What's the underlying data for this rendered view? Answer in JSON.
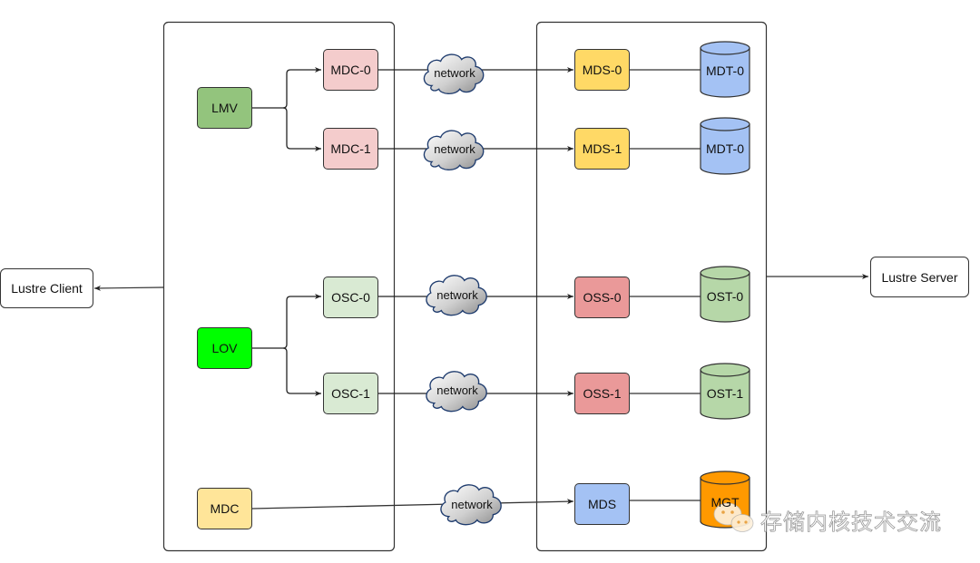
{
  "diagram": {
    "external": {
      "client_label": "Lustre Client",
      "server_label": "Lustre Server"
    },
    "client_nodes": {
      "lmv": "LMV",
      "lov": "LOV",
      "mdc": "MDC",
      "mdc0": "MDC-0",
      "mdc1": "MDC-1",
      "osc0": "OSC-0",
      "osc1": "OSC-1"
    },
    "network_label": "network",
    "server_nodes": {
      "mds0": "MDS-0",
      "mds1": "MDS-1",
      "oss0": "OSS-0",
      "oss1": "OSS-1",
      "mds": "MDS"
    },
    "storage_targets": {
      "mdt_a": "MDT-0",
      "mdt_b": "MDT-0",
      "ost0": "OST-0",
      "ost1": "OST-1",
      "mgt": "MGT"
    },
    "colors": {
      "lmv": "#93c47d",
      "lov": "#00ff00",
      "mdc_client": "#ffe599",
      "mdc_pink": "#f4cccc",
      "osc_green": "#d9ead3",
      "mds_yellow": "#ffd966",
      "oss_red": "#ea9999",
      "mds_blue": "#a4c2f4",
      "mdt_blue": "#a4c2f4",
      "ost_green": "#b6d7a8",
      "mgt_orange": "#ff9900"
    }
  },
  "watermark": {
    "icon": "wechat-icon",
    "text": "存储内核技术交流"
  }
}
